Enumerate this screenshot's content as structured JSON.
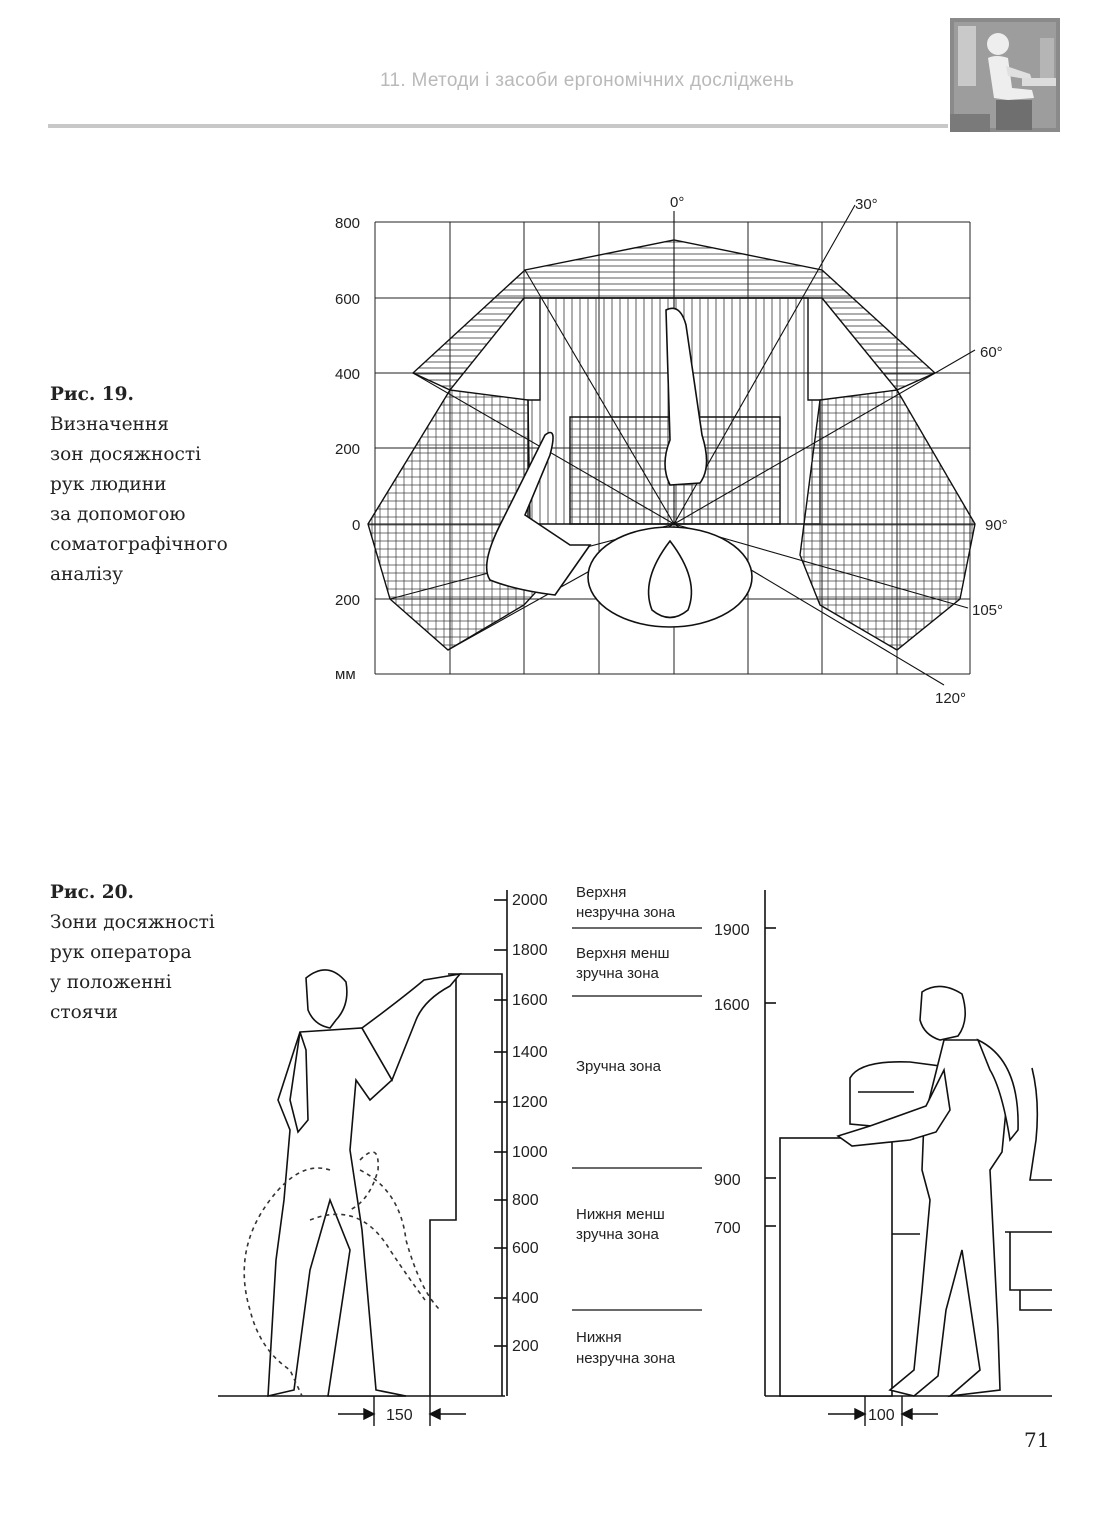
{
  "header": {
    "title": "11. Методи і засоби ергономічних досліджень"
  },
  "fig19": {
    "caption_title": "Рис. 19.",
    "caption_lines": [
      "Визначення",
      "зон досяжності",
      "рук людини",
      "за допомогою",
      "соматографічного",
      "аналізу"
    ],
    "y_ticks": [
      "800",
      "600",
      "400",
      "200",
      "0",
      "200"
    ],
    "unit": "мм",
    "angles": [
      "0°",
      "30°",
      "60°",
      "90°",
      "105°",
      "120°"
    ]
  },
  "fig20": {
    "caption_title": "Рис. 20.",
    "caption_lines": [
      "Зони досяжності",
      "рук оператора",
      "у положенні",
      "стоячи"
    ],
    "scale_ticks": [
      "2000",
      "1800",
      "1600",
      "1400",
      "1200",
      "1000",
      "800",
      "600",
      "400",
      "200"
    ],
    "zones": [
      [
        "Верхня",
        "незручна зона"
      ],
      [
        "Верхня менш",
        "зручна зона"
      ],
      [
        "Зручна зона"
      ],
      [
        "Нижня менш",
        "зручна зона"
      ],
      [
        "Нижня",
        "незручна зона"
      ]
    ],
    "right_marks": [
      "1900",
      "1600",
      "900",
      "700"
    ],
    "dim_left": "150",
    "dim_right": "100"
  },
  "page_number": "71"
}
